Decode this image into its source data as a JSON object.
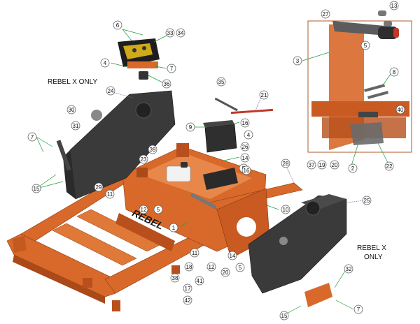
{
  "notes": {
    "left": "REBEL X ONLY",
    "right_line1": "REBEL X",
    "right_line2": "ONLY"
  },
  "callouts": [
    "1",
    "2",
    "3",
    "4",
    "5",
    "6",
    "7",
    "8",
    "9",
    "10",
    "11",
    "12",
    "13",
    "14",
    "15",
    "16",
    "17",
    "18",
    "19",
    "20",
    "21",
    "22",
    "23",
    "24",
    "25",
    "26",
    "27",
    "28",
    "29",
    "30",
    "31",
    "32",
    "33",
    "34",
    "35",
    "36",
    "37",
    "38",
    "39",
    "40",
    "41",
    "42"
  ],
  "brand_text": "REBEL",
  "colors": {
    "frame_orange": "#d8692a",
    "frame_dark": "#a94a18",
    "tank_black": "#3a3a3a",
    "leader_green": "#1f9a3a",
    "leader_purple": "#7b5aa6"
  }
}
